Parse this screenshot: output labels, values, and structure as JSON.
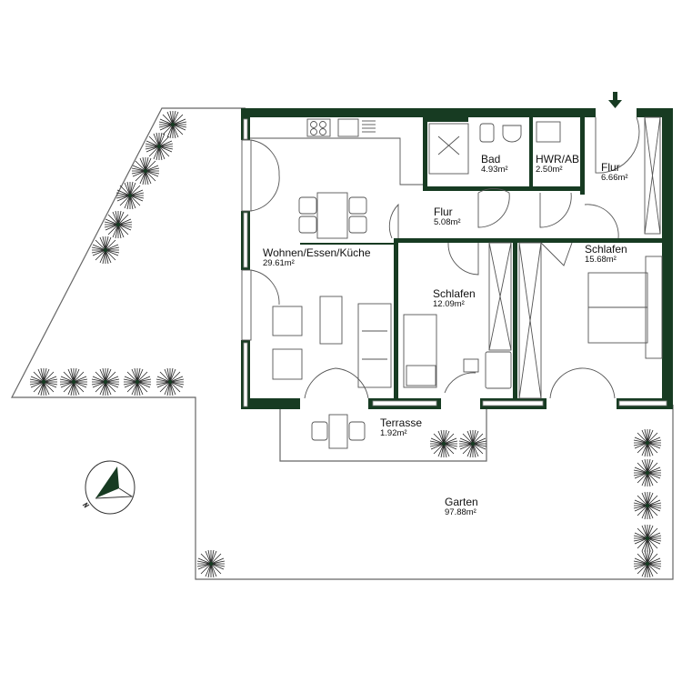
{
  "plan": {
    "wall_color": "#173b22",
    "line_color": "#555555",
    "rooms": [
      {
        "id": "wohnen",
        "name": "Wohnen/Essen/Küche",
        "area": "29.61m²"
      },
      {
        "id": "bad",
        "name": "Bad",
        "area": "4.93m²"
      },
      {
        "id": "hwr",
        "name": "HWR/AB",
        "area": "2.50m²"
      },
      {
        "id": "flur1",
        "name": "Flur",
        "area": "6.66m²"
      },
      {
        "id": "flur2",
        "name": "Flur",
        "area": "5.08m²"
      },
      {
        "id": "schlafen1",
        "name": "Schlafen",
        "area": "12.09m²"
      },
      {
        "id": "schlafen2",
        "name": "Schlafen",
        "area": "15.68m²"
      },
      {
        "id": "terrasse",
        "name": "Terrasse",
        "area": "1.92m²"
      },
      {
        "id": "garten",
        "name": "Garten",
        "area": "97.88m²"
      }
    ],
    "compass": {
      "label": "N"
    },
    "entrance": {
      "icon": "arrow-down-icon"
    }
  }
}
